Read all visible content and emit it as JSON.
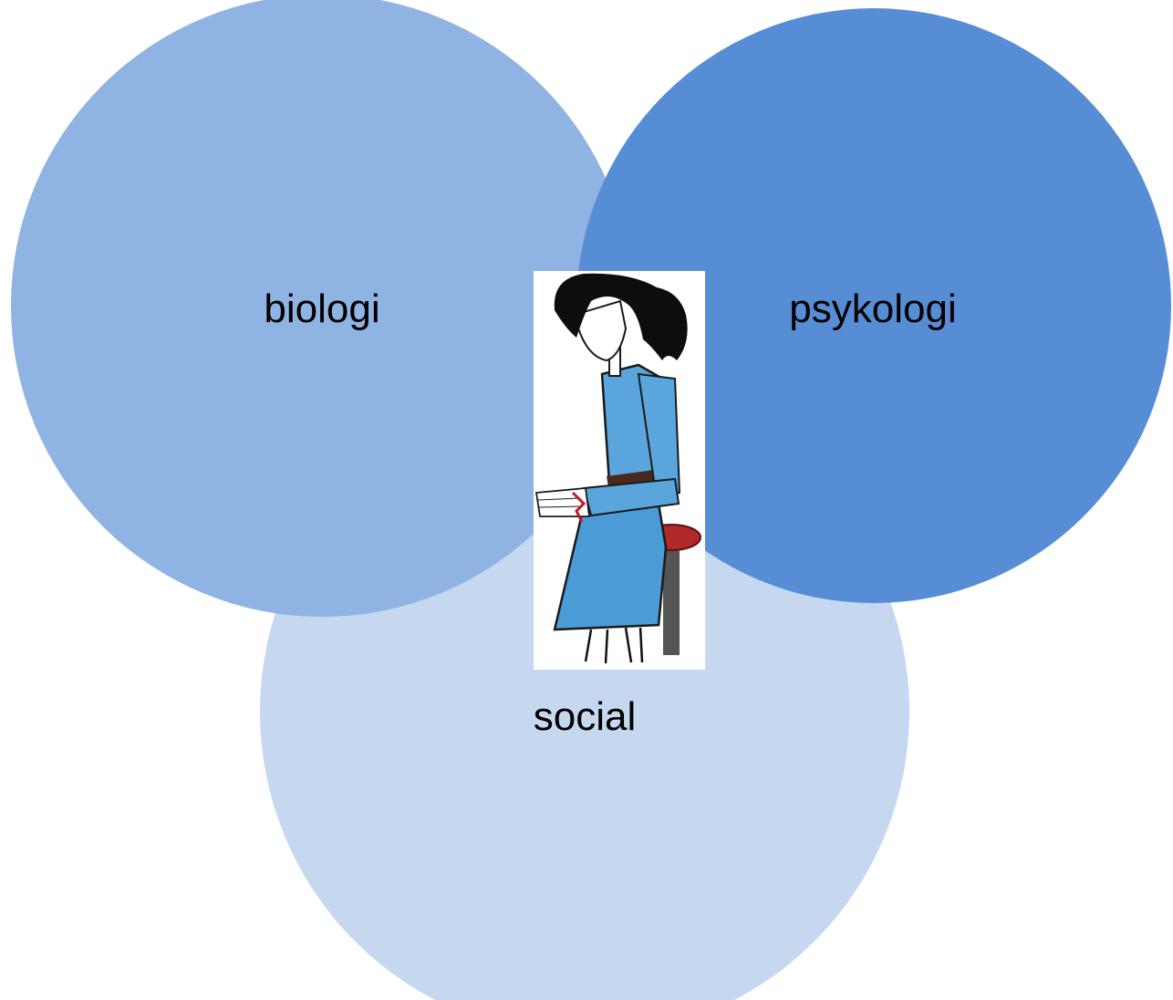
{
  "diagram": {
    "circles": [
      {
        "id": "biologi",
        "label": "biologi",
        "color": "#8fb3e2"
      },
      {
        "id": "psykologi",
        "label": "psykologi",
        "color": "#578dd5"
      },
      {
        "id": "social",
        "label": "social",
        "color": "#c5d8f0"
      }
    ],
    "center_image": {
      "icon": "illustration-seated-girl-blue-dress"
    },
    "colors": {
      "background": "#ffffff",
      "label_text": "#000000"
    }
  }
}
